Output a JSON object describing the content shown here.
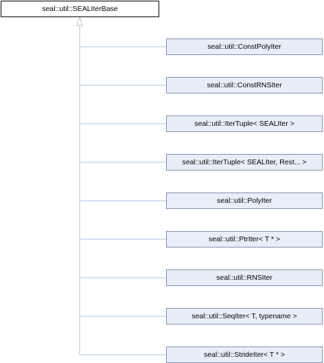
{
  "base_class": {
    "label": "seal::util::SEALIterBase"
  },
  "derived_classes": [
    {
      "label": "seal::util::ConstPolyIter"
    },
    {
      "label": "seal::util::ConstRNSIter"
    },
    {
      "label": "seal::util::IterTuple< SEALIter >"
    },
    {
      "label": "seal::util::IterTuple< SEALIter, Rest... >"
    },
    {
      "label": "seal::util::PolyIter"
    },
    {
      "label": "seal::util::PtrIter< T * >"
    },
    {
      "label": "seal::util::RNSIter"
    },
    {
      "label": "seal::util::SeqIter< T, typename >"
    },
    {
      "label": "seal::util::StrideIter< T * >"
    }
  ],
  "colors": {
    "connector": "#a9c4df",
    "derived_fill": "#e8eef7",
    "derived_border": "#7f8fb0",
    "base_border": "#000000"
  }
}
